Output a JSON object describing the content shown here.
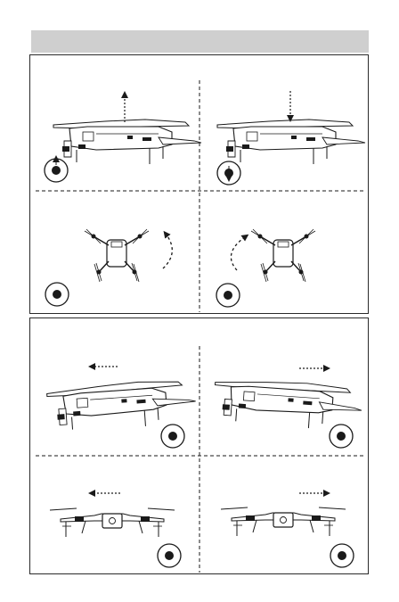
{
  "header": {
    "title": ""
  },
  "panels": [
    {
      "id": "throttle-yaw",
      "cells": [
        "ascend",
        "descend",
        "rotate-left",
        "rotate-right"
      ]
    },
    {
      "id": "pitch-roll",
      "cells": [
        "move-forward",
        "move-backward",
        "move-left",
        "move-right"
      ]
    }
  ],
  "icons": {
    "drone_side": "drone-side-view-icon",
    "drone_top": "drone-top-view-icon",
    "drone_front": "drone-front-view-icon",
    "stick": "control-stick-icon",
    "arrow": "direction-arrow-icon"
  },
  "colors": {
    "line": "#1a1a1a",
    "header_bar": "#cfcfcf",
    "body": "#ffffff"
  }
}
